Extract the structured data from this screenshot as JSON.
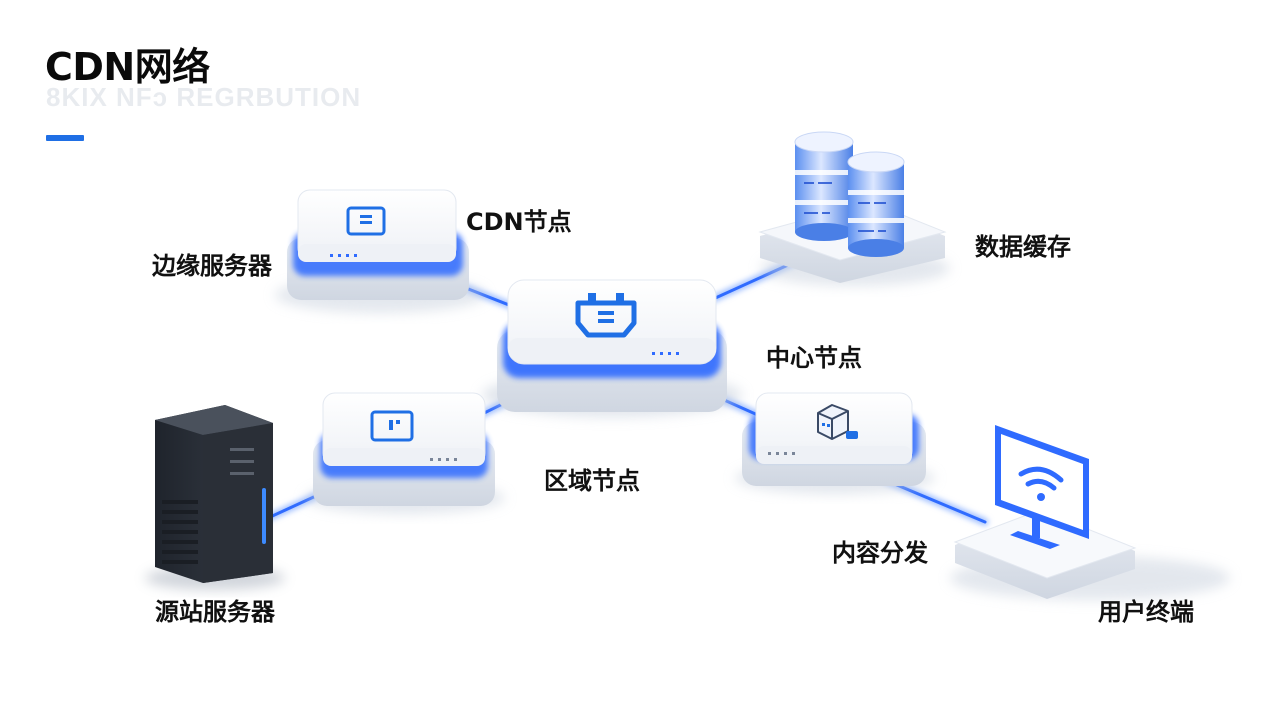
{
  "title": "CDN网络",
  "subtitle_ghost": "8KIX NFɔ REGRBUTION",
  "colors": {
    "accent": "#1f6fe5",
    "glow": "#2f6bff",
    "node_top": "#f7f8fb",
    "tower": "#2b3038"
  },
  "labels": {
    "cdn_node": "CDN节点",
    "edge_server": "边缘服务器",
    "data_cache": "数据缓存",
    "central_node": "中心节点",
    "regional_node": "区域节点",
    "content_delivery": "内容分发",
    "origin_server": "源站服务器",
    "user_terminal": "用户终端"
  },
  "icons": {
    "edge": "server-box-icon",
    "central": "plug-icon",
    "regional": "device-icon",
    "delivery": "package-icon",
    "cache": "database-icon",
    "terminal": "wifi-monitor-icon",
    "origin": "tower-server-icon"
  }
}
